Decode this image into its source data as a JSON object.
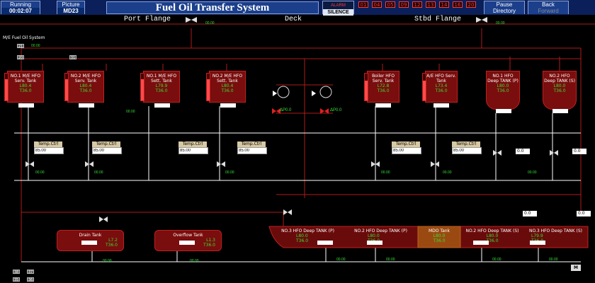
{
  "header": {
    "running_label": "Running",
    "running_value": "00:02:07",
    "picture_label": "Picture",
    "picture_value": "MD23",
    "title": "Fuel Oil Transfer System",
    "alarm_top": "ALARM",
    "silence": "SILENCE",
    "alarm_numbers": [
      "01",
      "04",
      "05",
      "09",
      "12",
      "13",
      "14",
      "16",
      "20"
    ],
    "pause_label": "Pause",
    "directory_label": "Directory",
    "back_label": "Back",
    "forward_label": "Forward"
  },
  "deck": {
    "port": "Port Flange",
    "deck": "Deck",
    "stbd": "Stbd Flange"
  },
  "system_label": "M/E Fuel Oil System",
  "tanks_top": [
    {
      "name": "NO.1 M/E HFO Serv. Tank",
      "level": "L80.4",
      "temp": "T36.0",
      "fill": 0.8
    },
    {
      "name": "NO.2 M/E HFO Serv. Tank",
      "level": "L80.4",
      "temp": "T36.0",
      "fill": 0.8
    },
    {
      "name": "NO.1 M/E HFO Sett. Tank",
      "level": "L79.9",
      "temp": "T36.0",
      "fill": 0.79
    },
    {
      "name": "NO.2 M/E HFO Sett. Tank",
      "level": "L80.4",
      "temp": "T36.0",
      "fill": 0.8
    },
    {
      "name": "Boiler HFO Serv. Tank",
      "level": "L72.8",
      "temp": "T36.0",
      "fill": 0.73
    },
    {
      "name": "A/E HFO Serv. Tank",
      "level": "L73.4",
      "temp": "T36.0",
      "fill": 0.73
    },
    {
      "name": "NO.1 HFO Deep TANK (P)",
      "level": "L80.0",
      "temp": "T36.0",
      "fill": 0.8
    },
    {
      "name": "NO.2 HFO Deep TANK (S)",
      "level": "L80.0",
      "temp": "T36.0",
      "fill": 0.8
    }
  ],
  "tanks_bottom": [
    {
      "name": "Drain Tank",
      "level": "L7.2",
      "temp": "T36.0"
    },
    {
      "name": "Overflow Tank",
      "level": "L1.3",
      "temp": "T36.0"
    }
  ],
  "deep_tanks": [
    {
      "name": "NO.3 HFO Deep TANK (P)",
      "level": "L80.0",
      "temp": "T36.0"
    },
    {
      "name": "NO.2 HFO Deep TANK (P)",
      "level": "L80.0",
      "temp": "T36.0"
    },
    {
      "name": "MDO Tank",
      "level": "L80.0",
      "temp": "T36.0"
    },
    {
      "name": "NO.2 HFO Deep TANK (S)",
      "level": "L80.0",
      "temp": "T36.0"
    },
    {
      "name": "NO.3 HFO Deep TANK (S)",
      "level": "L79.9",
      "temp": "T36.0"
    }
  ],
  "temp_ctrls": [
    {
      "label": "Temp.Ctrl",
      "value": "85.00"
    },
    {
      "label": "Temp.Ctrl",
      "value": "85.00"
    },
    {
      "label": "Temp.Ctrl",
      "value": "85.00"
    },
    {
      "label": "Temp.Ctrl",
      "value": "85.00"
    },
    {
      "label": "Temp.Ctrl",
      "value": "85.00"
    },
    {
      "label": "Temp.Ctrl",
      "value": "85.00"
    }
  ],
  "heaters": [
    {
      "label": "ΔP0.0"
    },
    {
      "label": "ΔP0.0"
    }
  ],
  "small_inputs": [
    "0.0",
    "0.0",
    "0.0",
    "0.0"
  ],
  "readout": "00.00",
  "m_button": "M",
  "number_tags": [
    "21",
    "20",
    "31",
    "38",
    "37",
    "35",
    "36"
  ],
  "colors": {
    "tank": "#7a0d0d",
    "pipe": "#b01a1a",
    "green": "#35e035",
    "white": "#ffffff",
    "mdo": "#9a4a10"
  }
}
